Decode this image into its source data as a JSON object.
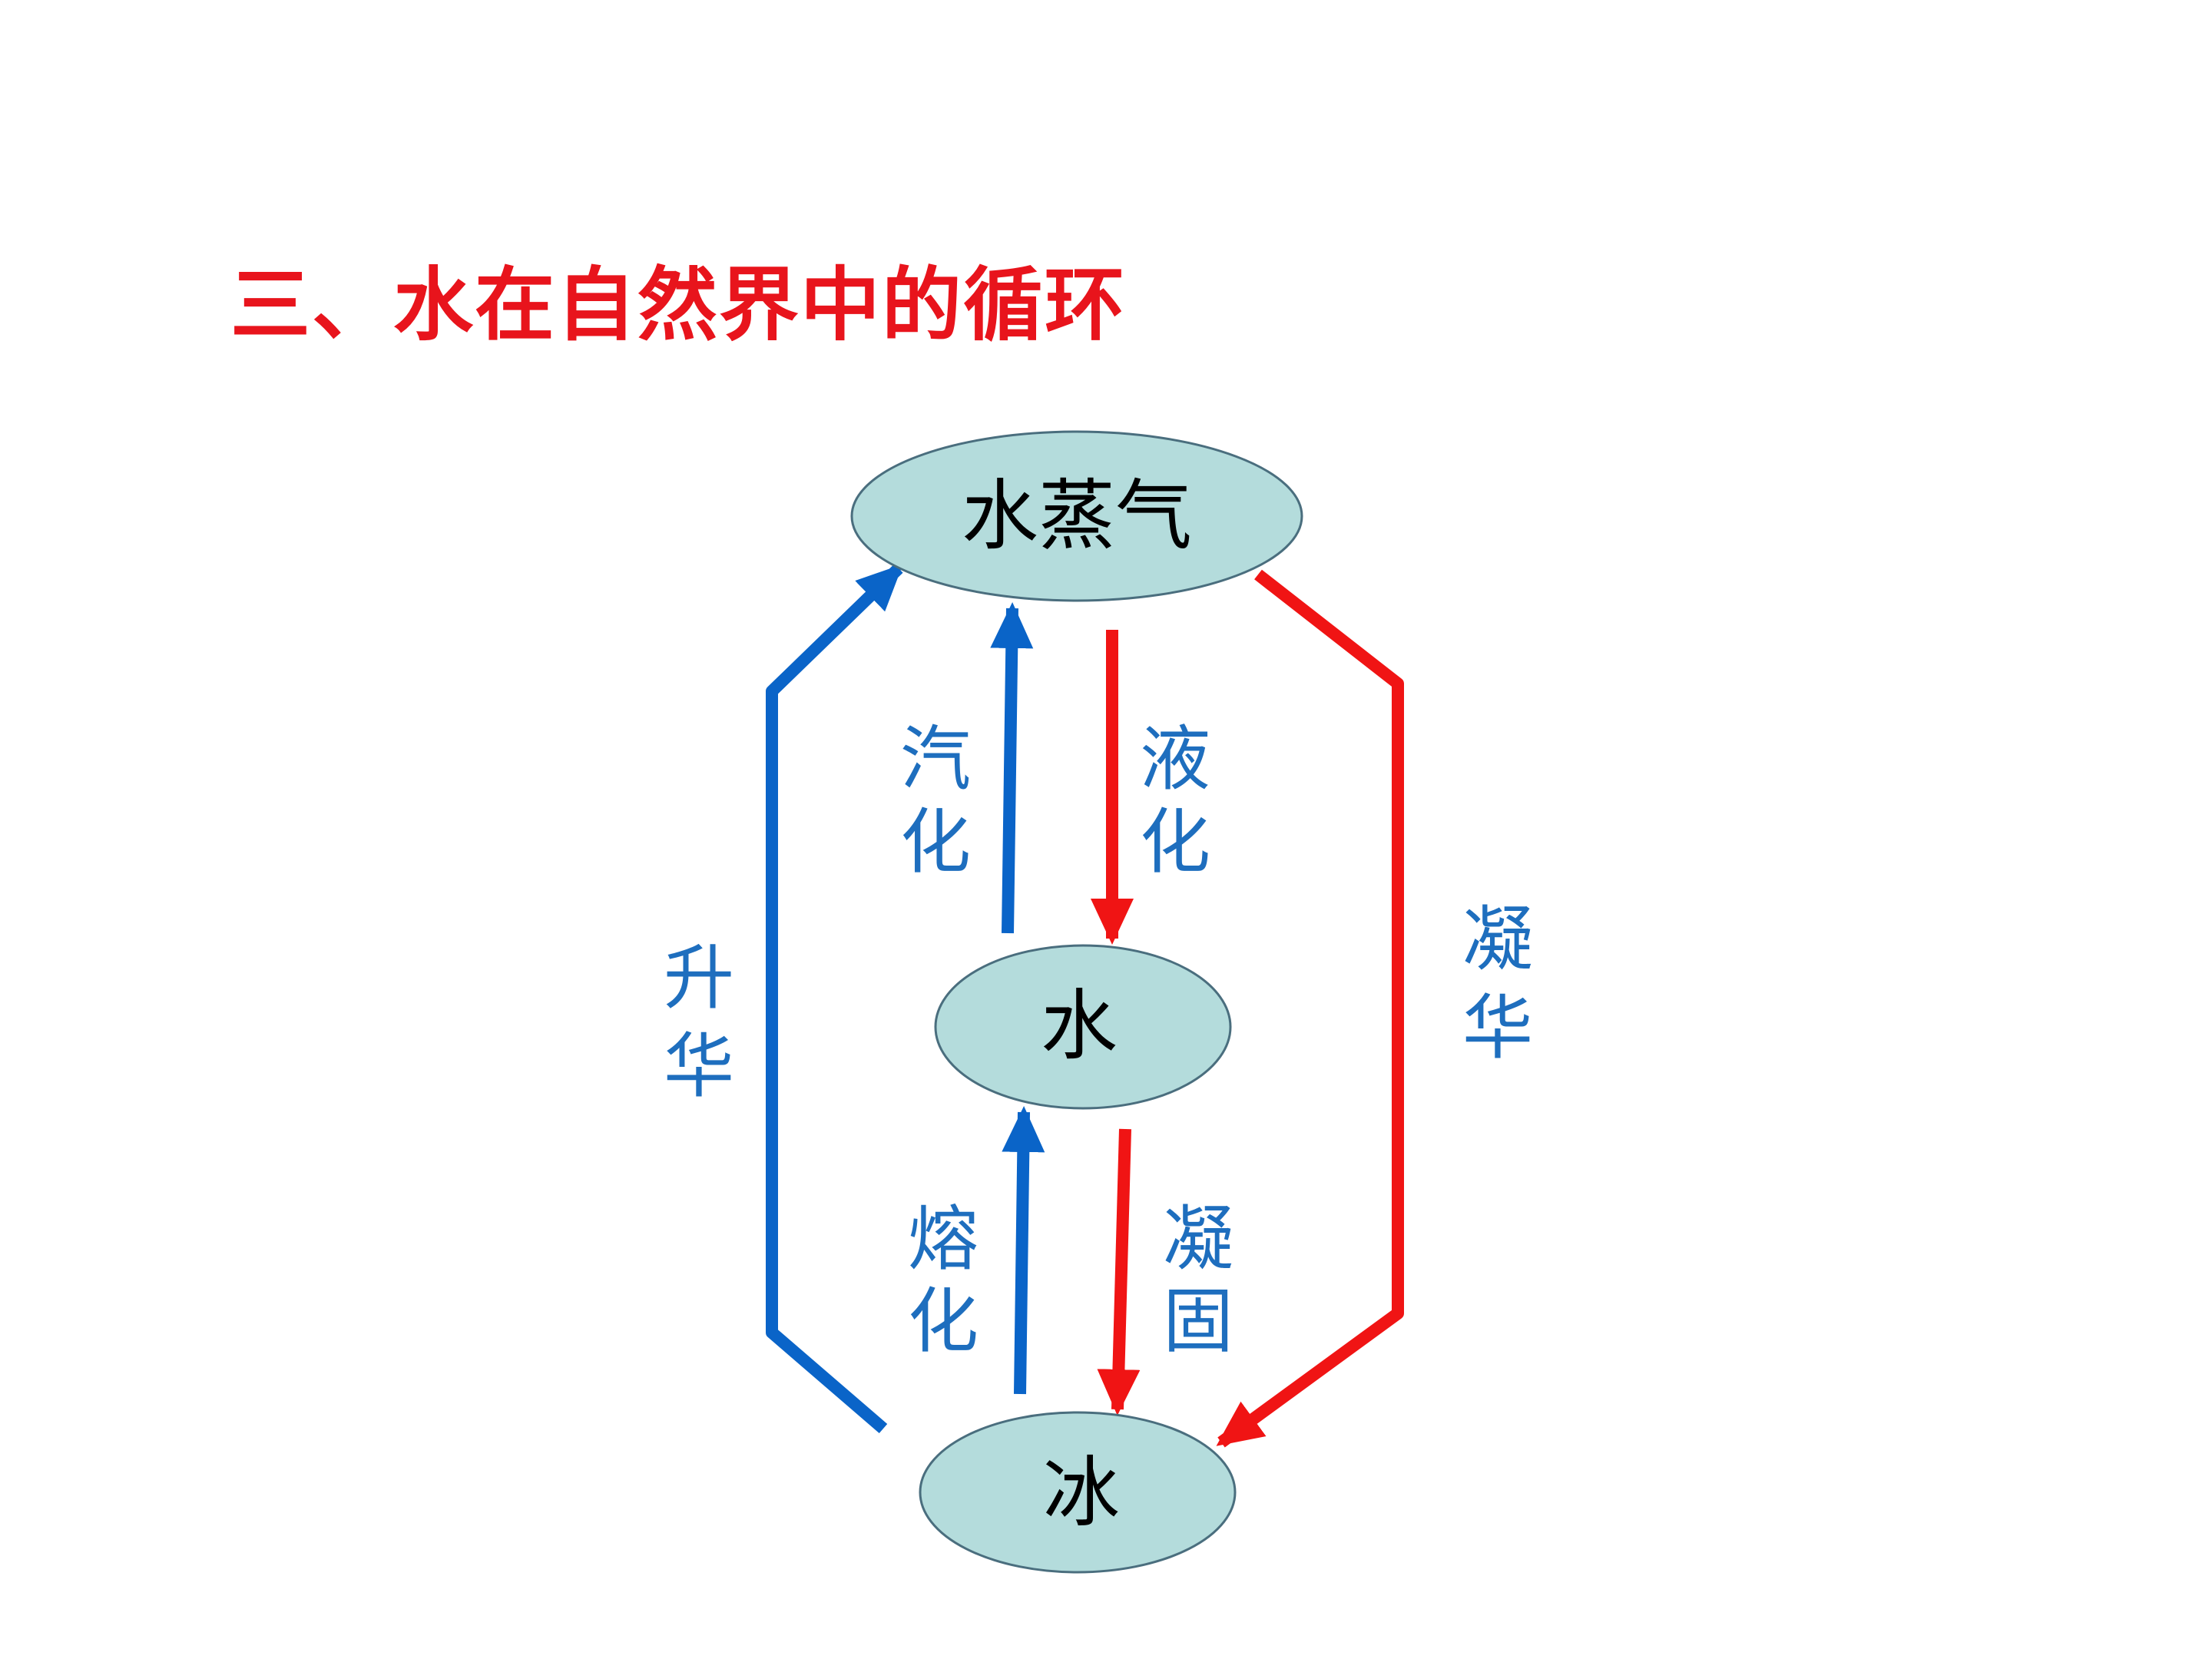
{
  "title": "三、水在自然界中的循环",
  "colors": {
    "title": "#e8141c",
    "heating": "#0a64c8",
    "cooling": "#f01414",
    "node_fill": "#b4dcdc",
    "node_stroke": "#4a6e7e",
    "node_text": "#000000",
    "label_text": "#1e6ebe"
  },
  "states": {
    "vapor": "水蒸气",
    "water": "水",
    "ice": "冰"
  },
  "processes": {
    "vaporization": [
      "汽",
      "化"
    ],
    "liquefaction": [
      "液",
      "化"
    ],
    "melting": [
      "熔",
      "化"
    ],
    "solidification": [
      "凝",
      "固"
    ],
    "sublimation": [
      "升",
      "华"
    ],
    "deposition": [
      "凝",
      "华"
    ]
  }
}
